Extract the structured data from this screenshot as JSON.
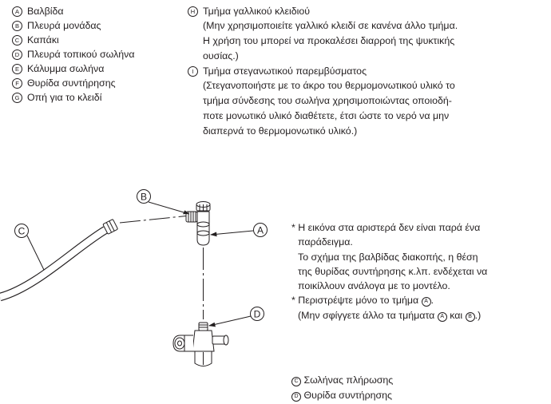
{
  "left_list": [
    {
      "marker": "A",
      "label": "Βαλβίδα"
    },
    {
      "marker": "B",
      "label": "Πλευρά μονάδας"
    },
    {
      "marker": "C",
      "label": "Καπάκι"
    },
    {
      "marker": "D",
      "label": "Πλευρά τοπικού σωλήνα"
    },
    {
      "marker": "E",
      "label": "Κάλυμμα σωλήνα"
    },
    {
      "marker": "F",
      "label": "Θυρίδα συντήρησης"
    },
    {
      "marker": "G",
      "label": "Οπή για το κλειδί"
    }
  ],
  "right_list": [
    {
      "marker": "H",
      "label": "Τμήμα γαλλικού κλειδιού",
      "details": [
        "(Μην χρησιμοποιείτε γαλλικό κλειδί σε κανένα άλλο τμήμα.",
        "Η χρήση του μπορεί να προκαλέσει διαρροή της ψυκτικής",
        "ουσίας.)"
      ]
    },
    {
      "marker": "I",
      "label": "Τμήμα στεγανωτικού παρεμβύσματος",
      "details": [
        "(Στεγανοποιήστε με το άκρο του θερμομονωτικού υλικό το",
        "τμήμα σύνδεσης του σωλήνα χρησιμοποιώντας οποιοδή-",
        "ποτε μονωτικό υλικό διαθέτετε, έτσι ώστε το νερό να μην",
        "διαπερνά το θερμομονωτικό υλικό.)"
      ]
    }
  ],
  "notes": {
    "line1": "* Η εικόνα στα αριστερά δεν είναι παρά ένα",
    "line2": "παράδειγμα.",
    "line3": "Το σχήμα της βαλβίδας διακοπής, η θέση",
    "line4": "της θυρίδας συντήρησης κ.λπ. ενδέχεται να",
    "line5": "ποικίλλουν ανάλογα με το μοντέλο.",
    "line6_pre": "* Περιστρέψτε μόνο το τμήμα ",
    "line6_marker": "A",
    "line6_post": ".",
    "line7_pre": "(Μην σφίγγετε άλλο τα τμήματα ",
    "line7_marker1": "A",
    "line7_mid": " και ",
    "line7_marker2": "B",
    "line7_post": ".)"
  },
  "legend": [
    {
      "marker": "C",
      "label": "Σωλήνας πλήρωσης"
    },
    {
      "marker": "D",
      "label": "Θυρίδα συντήρησης"
    }
  ],
  "diagram": {
    "callout_A": "A",
    "callout_B": "B",
    "callout_C": "C",
    "callout_D": "D"
  }
}
